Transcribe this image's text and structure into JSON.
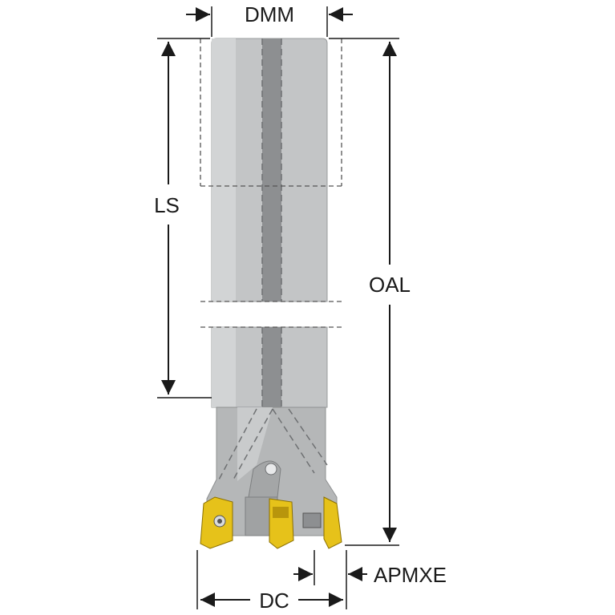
{
  "labels": {
    "dmm": "DMM",
    "ls": "LS",
    "oal": "OAL",
    "apmxe": "APMXE",
    "dc": "DC"
  },
  "colors": {
    "shank": "#c3c5c6",
    "shank_shadow": "#aeb0b1",
    "coolant_channel": "#8d8f91",
    "body": "#b5b7b8",
    "insert": "#e6c21a",
    "insert_dark": "#b8950c",
    "line": "#1a1a1a"
  }
}
